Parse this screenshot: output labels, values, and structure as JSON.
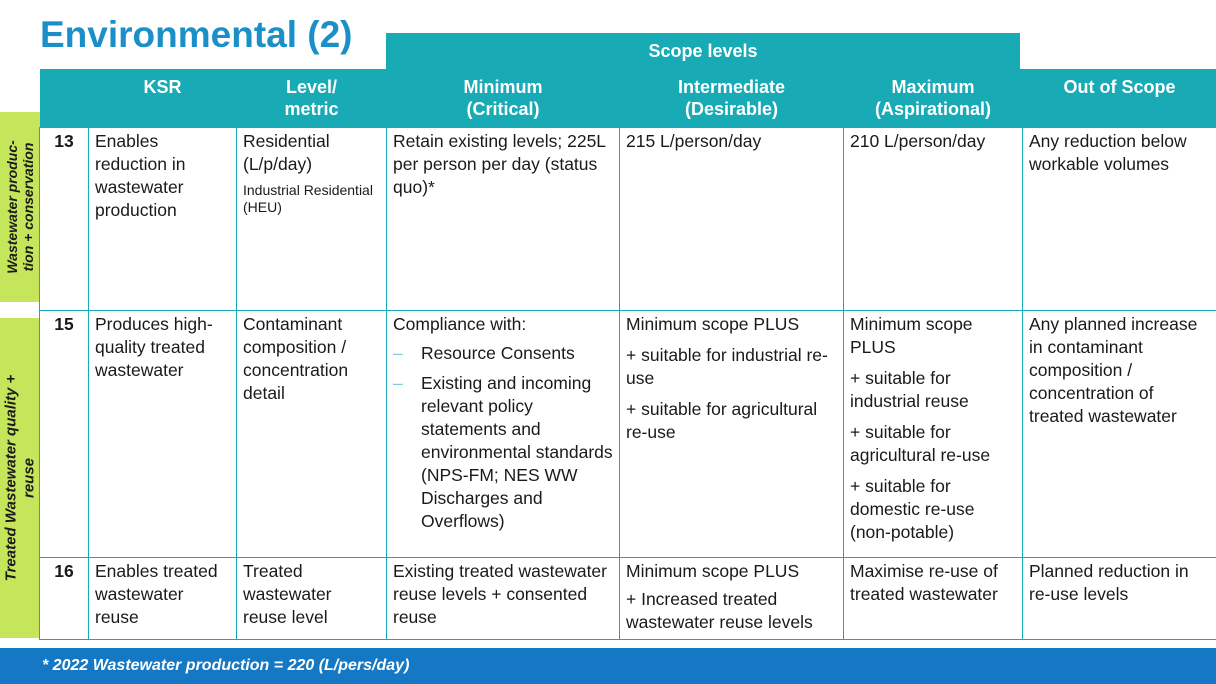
{
  "title": "Environmental (2)",
  "scope_banner": "Scope levels",
  "headers": {
    "ksr": "KSR",
    "level_1": "Level/",
    "level_2": "metric",
    "min_1": "Minimum",
    "min_2": "(Critical)",
    "int_1": "Intermediate",
    "int_2": "(Desirable)",
    "max_1": "Maximum",
    "max_2": "(Aspirational)",
    "out": "Out of Scope"
  },
  "sidebar": {
    "group1_line1": "Wastewater produc-",
    "group1_line2": "tion + conservation",
    "group2_line1": "Treated Wastewater quality +",
    "group2_line2": "reuse"
  },
  "rows": [
    {
      "num": "13",
      "ksr": "Enables reduction in wastewater production",
      "level_main": "Residential (L/p/day)",
      "level_sub": "Industrial Residential (HEU)",
      "minimum": "Retain existing levels; 225L per person per day (status quo)*",
      "intermediate": "215 L/person/day",
      "maximum": "210 L/person/day",
      "out": "Any reduction below workable volumes"
    },
    {
      "num": "15",
      "ksr": "Produces high-quality treated wastewater",
      "level": "Contaminant composition / concentration detail",
      "minimum_intro": "Compliance with:",
      "minimum_items": [
        "Resource Consents",
        "Existing and incoming relevant policy statements and environmental standards (NPS-FM; NES WW Discharges and Overflows)"
      ],
      "bullet": "–",
      "intermediate": [
        "Minimum scope PLUS",
        "+ suitable for industrial re-use",
        "+ suitable for agricultural re-use"
      ],
      "maximum": [
        "Minimum scope PLUS",
        "+ suitable for industrial reuse",
        "+ suitable for agricultural re-use",
        "+ suitable for domestic re-use (non-potable)"
      ],
      "out": "Any planned increase in contaminant composition / concentration of treated wastewater"
    },
    {
      "num": "16",
      "ksr": "Enables treated wastewater reuse",
      "level": "Treated wastewater reuse level",
      "minimum": "Existing treated wastewater reuse levels + consented reuse",
      "intermediate": [
        "Minimum scope PLUS",
        "+ Increased treated wastewater reuse levels"
      ],
      "maximum": "Maximise re-use of treated wastewater",
      "out": "Planned reduction in re-use levels"
    }
  ],
  "footer": "* 2022 Wastewater production = 220 (L/pers/day)",
  "colors": {
    "title": "#1b8fc8",
    "teal": "#18aab5",
    "sidebar": "#c5e65a",
    "footer": "#1478c4"
  }
}
